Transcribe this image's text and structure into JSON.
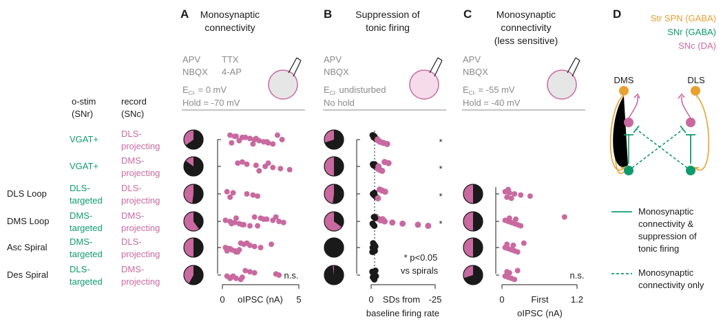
{
  "colors": {
    "pink": "#c8699f",
    "green": "#0e9a6e",
    "orange": "#e8a030",
    "gray": "#8a8a8a",
    "black": "#1a1a1a",
    "cell_gray_fill": "#e6e6e6",
    "cell_pink_fill": "#f6dcea"
  },
  "panel_a": {
    "letter": "A",
    "title": [
      "Monosynaptic",
      "connectivity"
    ],
    "conditions": [
      "APV",
      "TTX",
      "NBQX",
      "4-AP"
    ],
    "ecl": "E",
    "ecl_sub": "Cl-",
    "ecl_value": " = 0 mV",
    "hold": "Hold = -70 mV",
    "x_ticks": [
      "0",
      "5"
    ],
    "x_label": "oIPSC (nA)",
    "ns": "n.s."
  },
  "panel_b": {
    "letter": "B",
    "title": [
      "Suppression of",
      "tonic firing"
    ],
    "conditions": [
      "APV",
      "NBQX"
    ],
    "ecl": "E",
    "ecl_sub": "Cl-",
    "ecl_value": " undisturbed",
    "hold": "No hold",
    "x_ticks": [
      "0",
      "-25"
    ],
    "x_label_1": "SDs from",
    "x_label_2": "baseline firing rate",
    "star": "*",
    "footnote_1": "* p<0.05",
    "footnote_2": "vs spirals"
  },
  "panel_c": {
    "letter": "C",
    "title": [
      "Monosynaptic",
      "connectivity",
      "(less sensitive)"
    ],
    "conditions": [
      "APV",
      "NBQX"
    ],
    "ecl": "E",
    "ecl_sub": "Cl-",
    "ecl_value": " = -55 mV",
    "hold": "Hold = -40 mV",
    "x_ticks": [
      "0",
      "1.2"
    ],
    "x_label_1": "First",
    "x_label_2": "oIPSC (nA)",
    "ns": "n.s."
  },
  "panel_d": {
    "letter": "D",
    "legend_cells": [
      {
        "text": "Str SPN (GABA)",
        "color": "#e8a030"
      },
      {
        "text": "SNr (GABA)",
        "color": "#0e9a6e"
      },
      {
        "text": "SNc (DA)",
        "color": "#c8699f"
      }
    ],
    "dms": "DMS",
    "dls": "DLS",
    "solid_legend": [
      "Monosynaptic",
      "connectivity &",
      "suppression of",
      "tonic firing"
    ],
    "dashed_legend": [
      "Monosynaptic",
      "connectivity only"
    ]
  },
  "row_headers": {
    "stim": [
      "o-stim",
      "(SNr)"
    ],
    "record": [
      "record",
      "(SNc)"
    ]
  },
  "rows": [
    {
      "loop": "",
      "stim": [
        "VGAT+"
      ],
      "record": [
        "DLS-",
        "projecting"
      ],
      "pie_a": 0.35,
      "pie_b": 0.3,
      "pie_c": null,
      "star_b": true,
      "dots_a": [
        0.5,
        0.9,
        1.3,
        1.8,
        2.1,
        2.4,
        2.7,
        3.0,
        3.3,
        3.6,
        0.8,
        1.5,
        2.2,
        3.9,
        1.1,
        2.9,
        0.6,
        2.0
      ],
      "dots_b": [
        -0.5,
        -0.8,
        -1.2,
        -1.6,
        -2.0,
        -2.6,
        -3.2,
        -4.5,
        -6.0,
        -0.3,
        -1.0,
        -0.7,
        -1.4,
        -2.2
      ],
      "dots_c": []
    },
    {
      "loop": "",
      "stim": [
        "VGAT+"
      ],
      "record": [
        "DMS-",
        "projecting"
      ],
      "pie_a": 0.15,
      "pie_b": 0.5,
      "pie_c": null,
      "star_b": true,
      "dots_a": [
        1.0,
        1.6,
        2.2,
        2.8,
        3.3,
        3.8,
        4.4,
        2.4,
        1.3,
        3.0
      ],
      "dots_b": [
        -0.4,
        -0.9,
        -1.3,
        -1.8,
        -2.3,
        -3.0,
        -4.0,
        -5.0,
        -6.5,
        -1.1,
        -0.6,
        -2.6
      ],
      "dots_c": []
    },
    {
      "loop": "DLS Loop",
      "stim": [
        "DLS-",
        "targeted"
      ],
      "record": [
        "DLS-",
        "projecting"
      ],
      "pie_a": 0.48,
      "pie_b": 0.48,
      "pie_c": 0.5,
      "star_b": true,
      "dots_a": [
        0.3,
        0.7,
        1.6,
        2.0,
        2.3,
        0.5
      ],
      "dots_b": [
        -0.4,
        -0.8,
        -1.3,
        -1.8,
        -2.4,
        -3.1,
        -4.0,
        -5.2,
        -1.0,
        -0.6
      ],
      "dots_c": [
        0.05,
        0.12,
        0.2,
        0.3,
        0.45,
        0.08,
        0.15,
        0.1
      ]
    },
    {
      "loop": "DMS Loop",
      "stim": [
        "DMS-",
        "targeted"
      ],
      "record": [
        "DMS-",
        "projecting"
      ],
      "pie_a": 0.6,
      "pie_b": 0.65,
      "pie_c": 0.5,
      "star_b": true,
      "dots_a": [
        0.2,
        0.5,
        0.8,
        1.1,
        1.4,
        1.8,
        2.1,
        2.5,
        2.9,
        3.3,
        3.7,
        4.0,
        0.6,
        1.3,
        2.3,
        3.5,
        0.9,
        2.7
      ],
      "dots_b": [
        -0.3,
        -0.6,
        -1.0,
        -1.5,
        -2.0,
        -2.8,
        -3.5,
        -5.0,
        -8.0,
        -12.0,
        -18.0,
        -22.0,
        -0.8,
        -1.3,
        -4.2
      ],
      "dots_c": [
        0.05,
        0.1,
        0.15,
        0.2,
        0.25,
        0.3,
        1.0,
        0.12,
        0.22
      ]
    },
    {
      "loop": "Asc Spiral",
      "stim": [
        "DMS-",
        "targeted"
      ],
      "record": [
        "DLS-",
        "projecting"
      ],
      "pie_a": 0.5,
      "pie_b": 0.0,
      "pie_c": 0.5,
      "star_b": false,
      "dots_a": [
        0.2,
        0.4,
        0.6,
        0.8,
        1.0,
        1.2,
        1.4,
        1.8,
        2.1,
        2.5,
        0.5,
        1.1,
        0.3,
        0.9,
        1.6,
        3.2
      ],
      "dots_b": [
        -0.2,
        -0.5,
        -0.8,
        -1.1,
        -1.4,
        -0.3,
        -0.6,
        -0.9,
        -1.2,
        -0.4
      ],
      "dots_c": [
        0.05,
        0.1,
        0.15,
        0.2,
        0.25,
        0.35,
        0.08,
        0.18
      ]
    },
    {
      "loop": "Des Spiral",
      "stim": [
        "DLS-",
        "targeted"
      ],
      "record": [
        "DMS-",
        "projecting"
      ],
      "pie_a": 0.42,
      "pie_b": 0.02,
      "pie_c": 0.3,
      "star_b": false,
      "dots_a": [
        0.3,
        0.6,
        0.9,
        1.2,
        1.5,
        1.8,
        2.1,
        3.5,
        3.7,
        0.7,
        1.3,
        0.5
      ],
      "dots_b": [
        -0.2,
        -0.5,
        -0.9,
        -1.2,
        -1.6,
        -0.4,
        -0.7,
        -1.0,
        -1.4,
        -0.3,
        -0.8
      ],
      "dots_c": [
        0.05,
        0.1,
        0.15,
        0.2,
        0.25,
        0.08,
        0.12
      ]
    }
  ]
}
